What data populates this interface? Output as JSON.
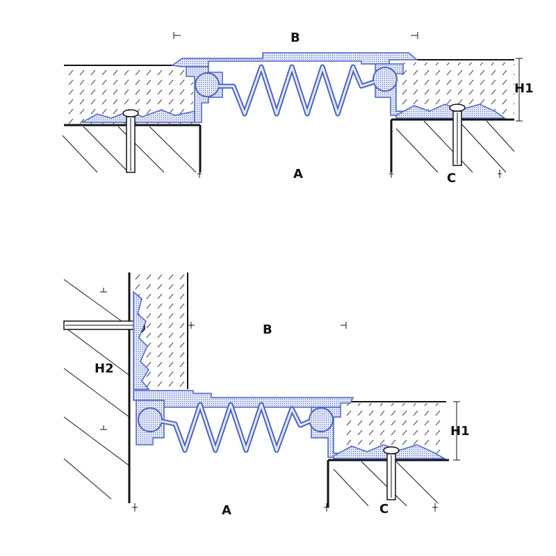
{
  "colors": {
    "profile": "#4a63c2",
    "profile_fill": "#d7ddf3",
    "outline": "#111111",
    "hatch": "#444444"
  },
  "top_detail": {
    "label_b": "B",
    "label_a": "A",
    "label_c": "C",
    "label_h1": "H1"
  },
  "bottom_detail": {
    "label_b": "B",
    "label_a": "A",
    "label_c": "C",
    "label_h1": "H1",
    "label_h2": "H2"
  }
}
